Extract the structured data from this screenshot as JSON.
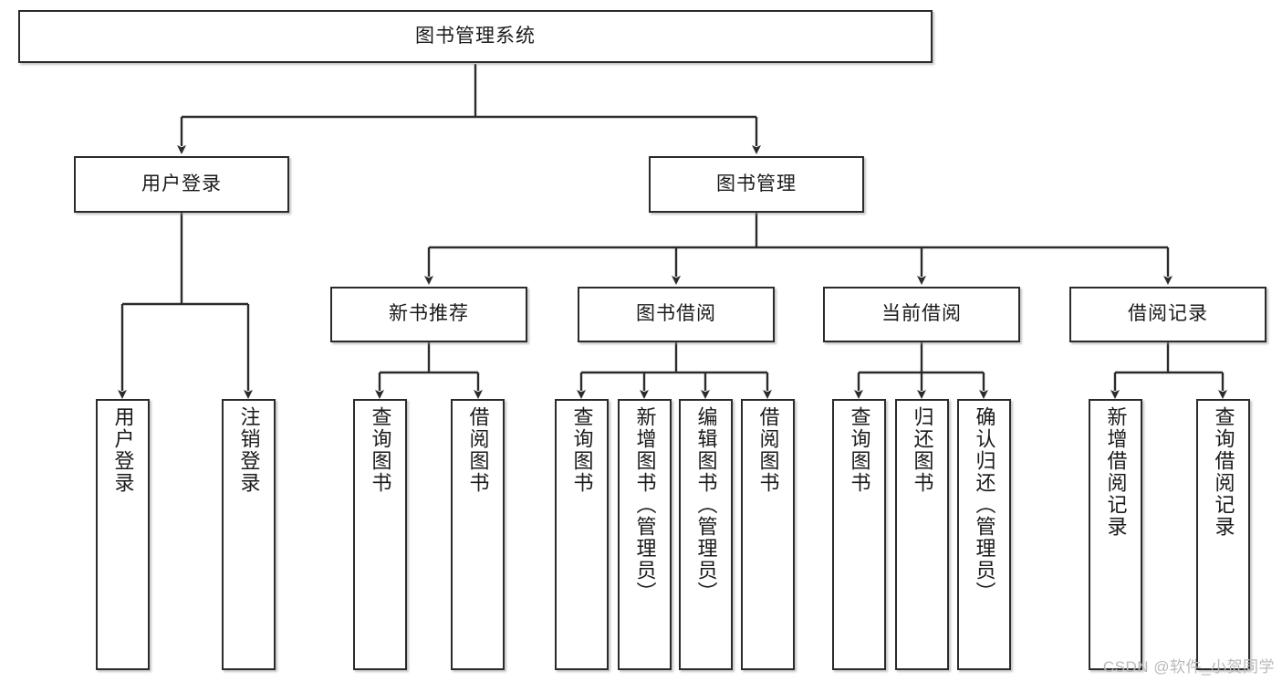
{
  "diagram": {
    "title": "图书管理系统",
    "type": "tree",
    "root": {
      "label": "图书管理系统"
    },
    "level1": [
      {
        "label": "用户登录"
      },
      {
        "label": "图书管理"
      }
    ],
    "level2": [
      {
        "label": "新书推荐"
      },
      {
        "label": "图书借阅"
      },
      {
        "label": "当前借阅"
      },
      {
        "label": "借阅记录"
      }
    ],
    "leaves": {
      "user_login": [
        {
          "label": "用户登录"
        },
        {
          "label": "注销登录"
        }
      ],
      "new_book_recommend": [
        {
          "label": "查询图书"
        },
        {
          "label": "借阅图书"
        }
      ],
      "book_borrow": [
        {
          "label": "查询图书"
        },
        {
          "label": "新增图书（管理员）"
        },
        {
          "label": "编辑图书（管理员）"
        },
        {
          "label": "借阅图书"
        }
      ],
      "current_borrow": [
        {
          "label": "查询图书"
        },
        {
          "label": "归还图书"
        },
        {
          "label": "确认归还（管理员）"
        }
      ],
      "borrow_record": [
        {
          "label": "新增借阅记录"
        },
        {
          "label": "查询借阅记录"
        }
      ]
    }
  },
  "watermark": {
    "text": "CSDN @软件_小贺同学"
  },
  "colors": {
    "border": "#2b2b2b",
    "background": "#ffffff",
    "text": "#1a1a1a",
    "watermark": "#b9b9b9"
  }
}
